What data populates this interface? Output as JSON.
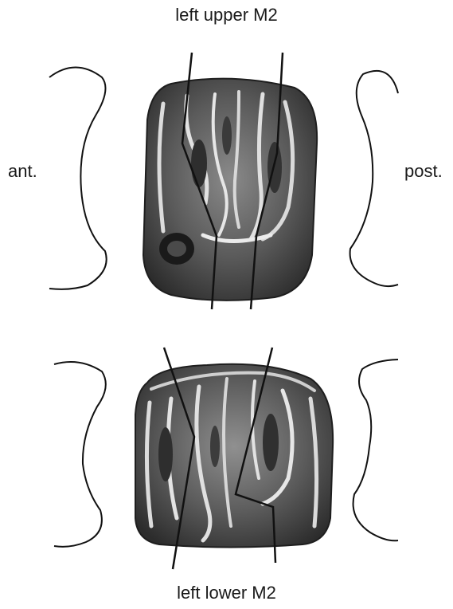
{
  "labels": {
    "upper_title": "left upper M2",
    "lower_title": "left lower M2",
    "anterior": "ant.",
    "posterior": "post."
  },
  "colors": {
    "line": "#111111",
    "enamel_dark": "#2b2b2b",
    "enamel_mid": "#6e6e6e",
    "enamel_light": "#d9d9d9"
  }
}
